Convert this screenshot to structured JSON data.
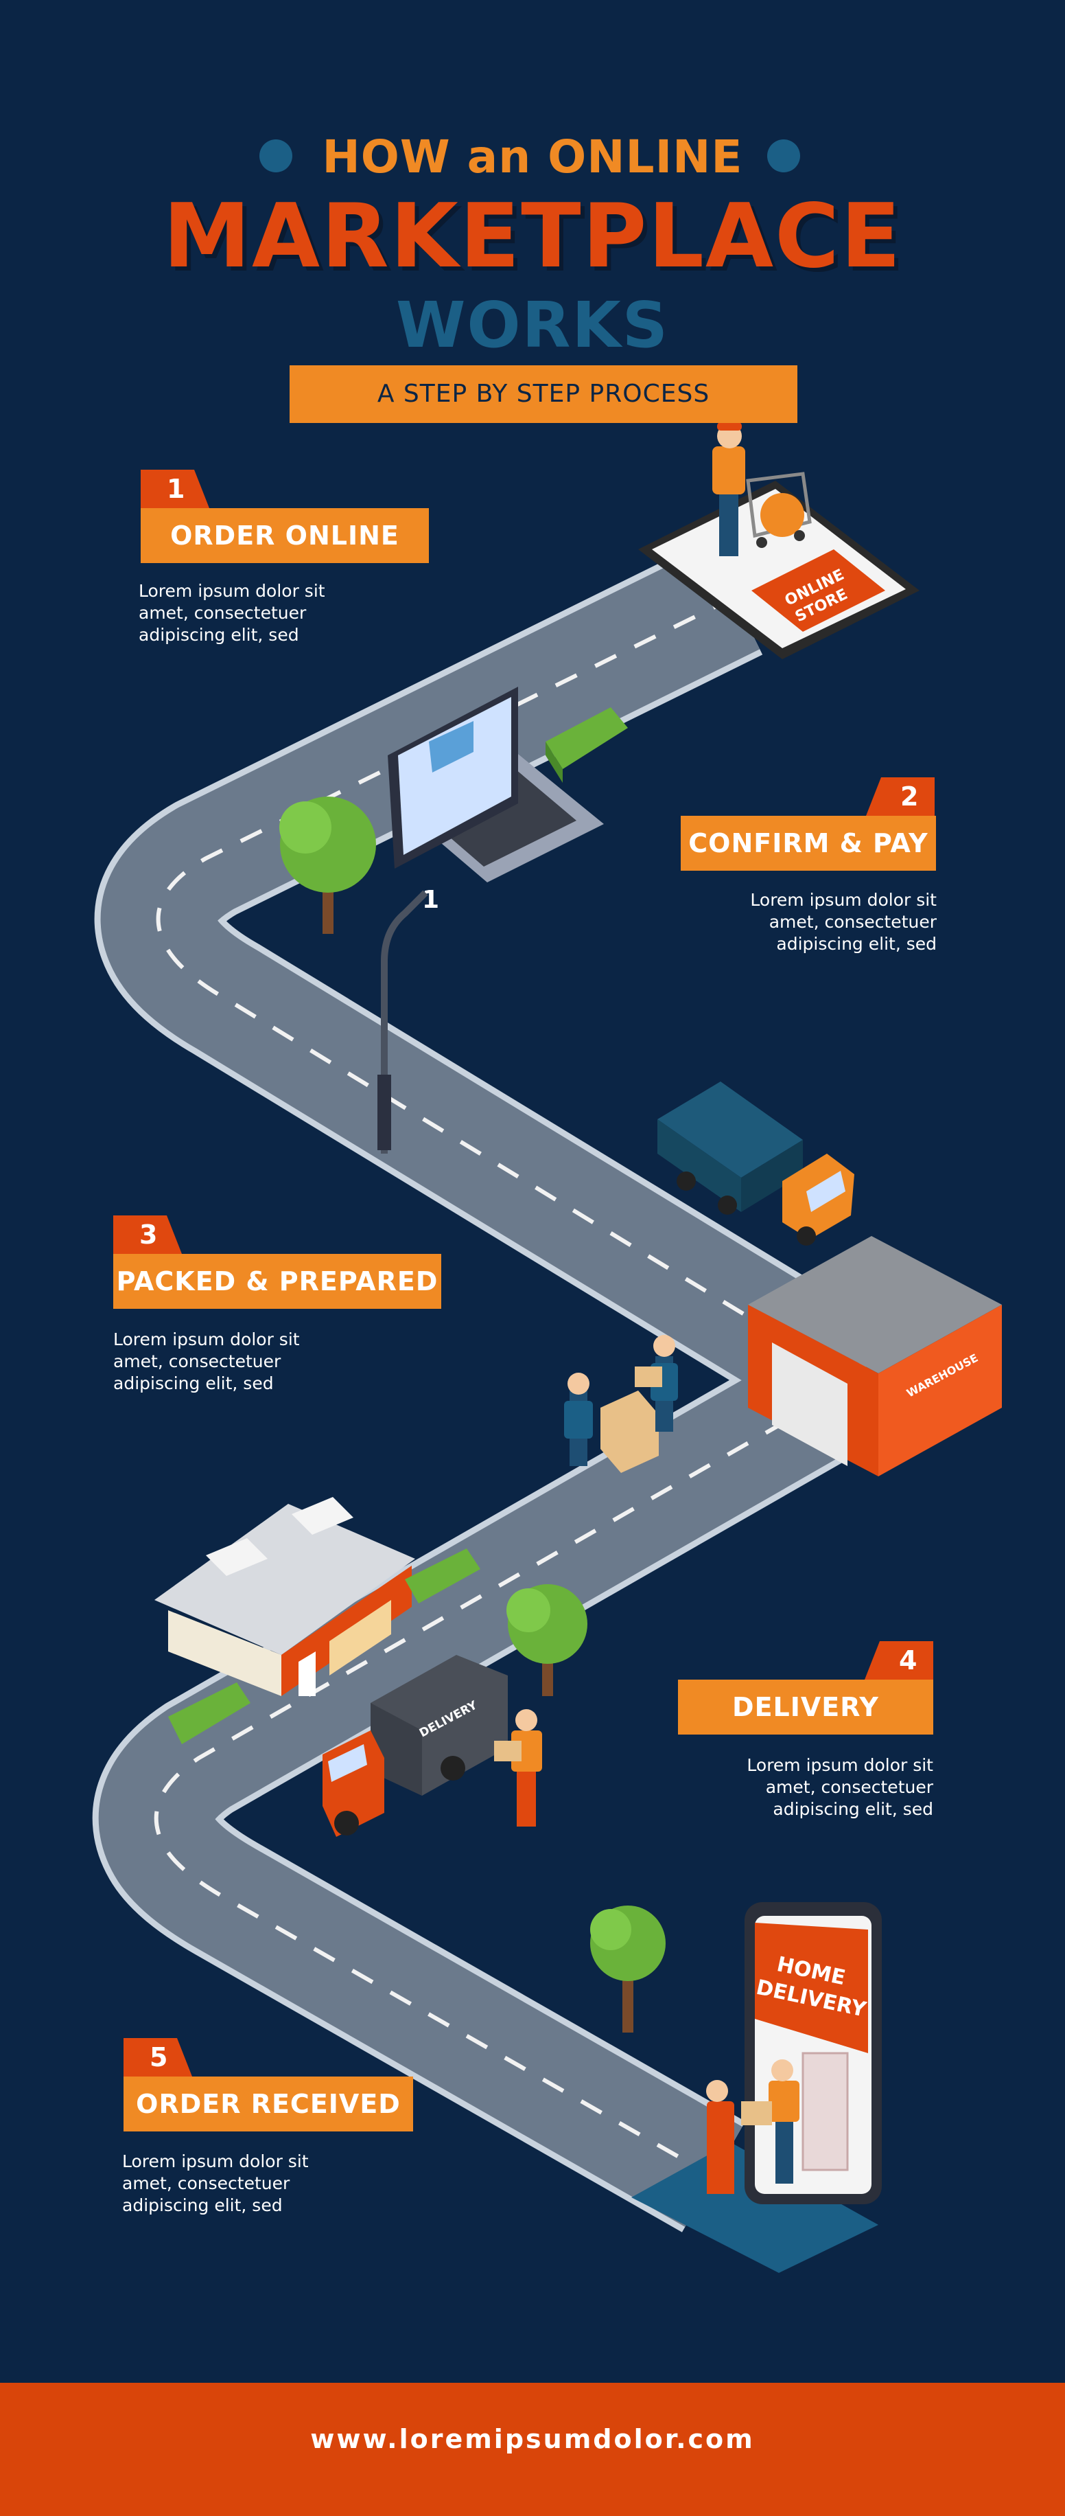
{
  "title": {
    "line1": "HOW an ONLINE",
    "line2": "MARKETPLACE",
    "line3": "WORKS",
    "subtitle": "A STEP BY STEP PROCESS"
  },
  "steps": [
    {
      "number": "1",
      "label": "ORDER ONLINE",
      "description": "Lorem ipsum dolor sit amet, consectetuer adipiscing elit, sed"
    },
    {
      "number": "2",
      "label": "CONFIRM & PAY",
      "description": "Lorem ipsum dolor sit amet, consectetuer adipiscing elit, sed"
    },
    {
      "number": "3",
      "label": "PACKED & PREPARED",
      "description": "Lorem ipsum dolor sit amet, consectetuer adipiscing elit, sed"
    },
    {
      "number": "4",
      "label": "DELIVERY",
      "description": "Lorem ipsum dolor sit amet, consectetuer adipiscing elit, sed"
    },
    {
      "number": "5",
      "label": "ORDER RECEIVED",
      "description": "Lorem ipsum dolor sit amet, consectetuer adipiscing elit, sed"
    }
  ],
  "illustrations": {
    "tablet_sign_line1": "ONLINE",
    "tablet_sign_line2": "STORE",
    "laptop_badge": "1",
    "warehouse_sign": "WAREHOUSE",
    "truck_sign": "DELIVERY",
    "phone_sign_line1": "HOME",
    "phone_sign_line2": "DELIVERY"
  },
  "footer": {
    "url": "www.loremipsumdolor.com"
  },
  "colors": {
    "background": "#0b2545",
    "accent_orange": "#f08a24",
    "accent_red": "#e0480f",
    "accent_blue": "#1b5f86",
    "road": "#6b7a8c"
  }
}
